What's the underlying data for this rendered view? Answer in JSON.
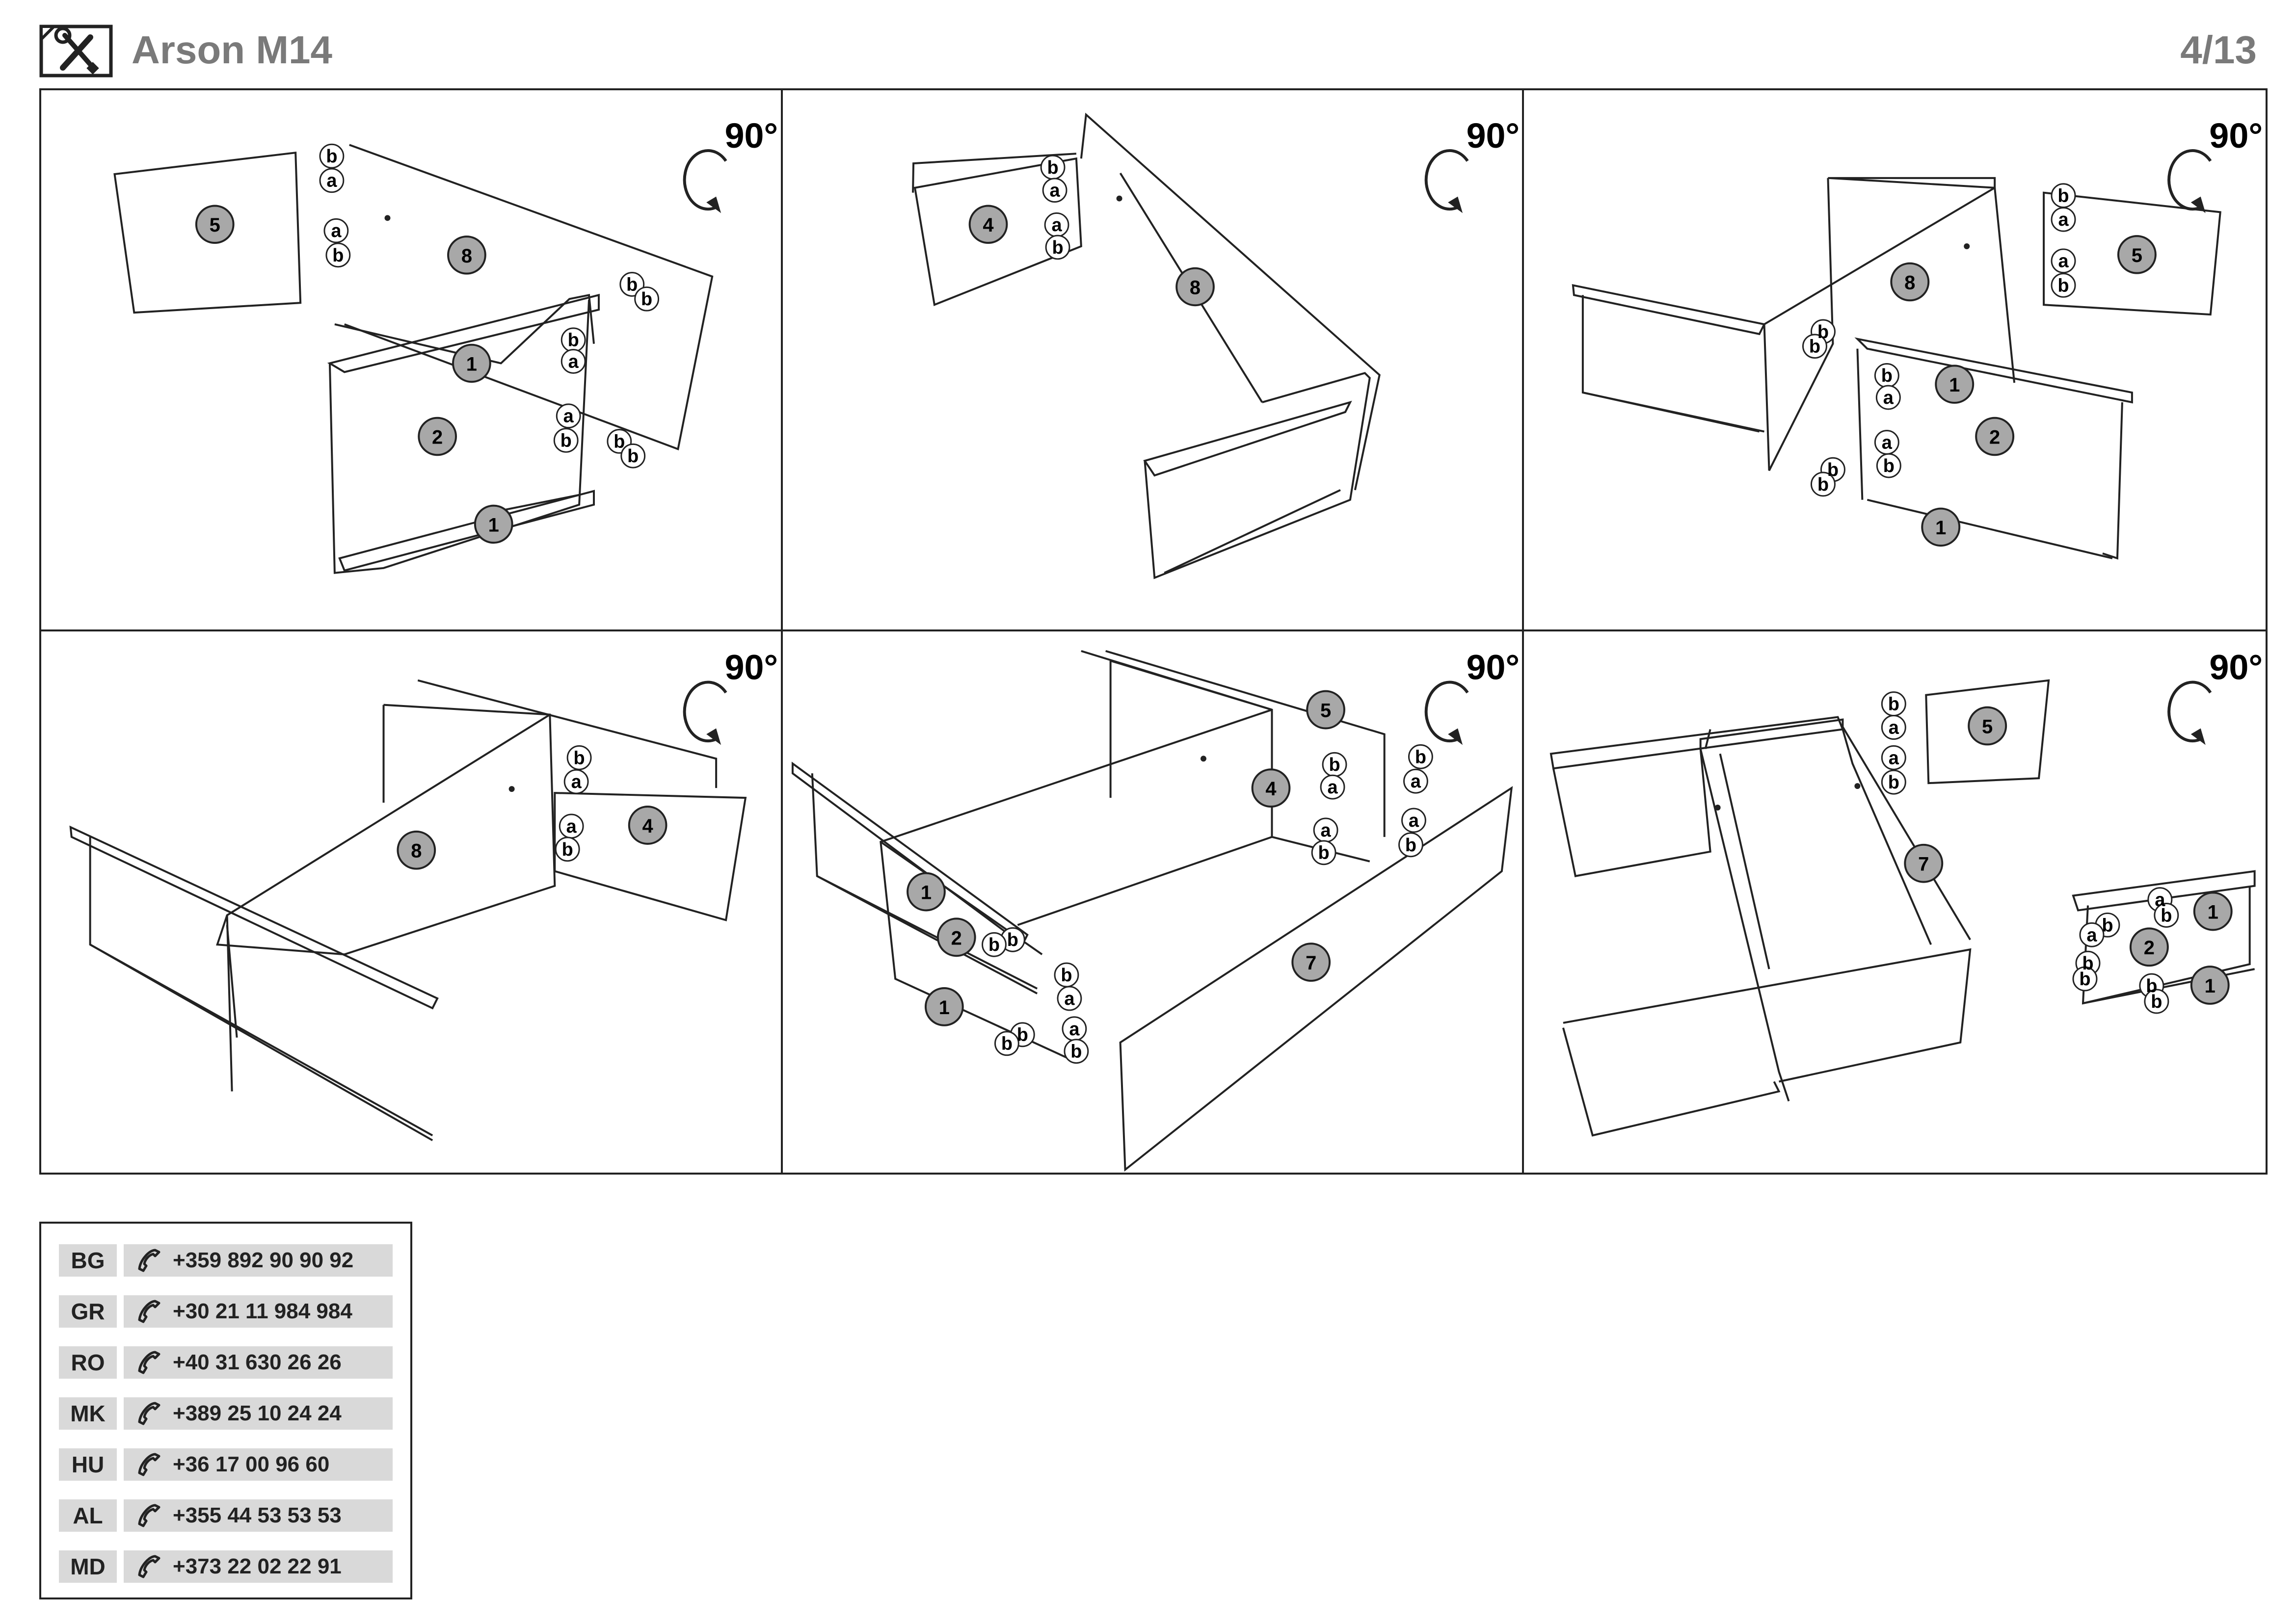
{
  "header": {
    "title": "Arson M14",
    "page": "4/13"
  },
  "rotation_label": "90°",
  "panels": [
    {
      "parts": [
        "5",
        "8",
        "1",
        "2",
        "1"
      ],
      "connectors": [
        "b",
        "a",
        "a",
        "b",
        "b",
        "b",
        "b",
        "a",
        "a",
        "b",
        "b",
        "b"
      ]
    },
    {
      "parts": [
        "4",
        "8"
      ],
      "connectors": [
        "b",
        "a",
        "a",
        "b"
      ]
    },
    {
      "parts": [
        "8",
        "5",
        "1",
        "2",
        "1"
      ],
      "connectors": [
        "b",
        "a",
        "a",
        "b",
        "b",
        "b",
        "b",
        "a",
        "a",
        "b",
        "b",
        "b"
      ]
    },
    {
      "parts": [
        "8",
        "4"
      ],
      "connectors": [
        "b",
        "a",
        "a",
        "b"
      ]
    },
    {
      "parts": [
        "5",
        "4",
        "7",
        "1",
        "2",
        "1"
      ],
      "connectors": [
        "b",
        "a",
        "a",
        "b",
        "b",
        "a",
        "a",
        "b",
        "b",
        "b",
        "b",
        "a",
        "b",
        "b",
        "a",
        "b"
      ]
    },
    {
      "parts": [
        "5",
        "7",
        "1",
        "2",
        "1"
      ],
      "connectors": [
        "b",
        "a",
        "a",
        "b",
        "b",
        "a",
        "a",
        "b",
        "b",
        "b",
        "b",
        "b"
      ]
    }
  ],
  "contacts": [
    {
      "country": "BG",
      "phone": "+359 892 90 90 92"
    },
    {
      "country": "GR",
      "phone": "+30 21 11 984 984"
    },
    {
      "country": "RO",
      "phone": "+40 31 630 26 26"
    },
    {
      "country": "MK",
      "phone": "+389 25 10 24 24"
    },
    {
      "country": "HU",
      "phone": "+36 17 00 96 60"
    },
    {
      "country": "AL",
      "phone": "+355 44 53 53 53"
    },
    {
      "country": "MD",
      "phone": "+373 22 02 22 91"
    }
  ],
  "icons": {
    "header": "tools-icon",
    "phone": "phone-icon",
    "rotation": "rotate-90-icon"
  },
  "colors": {
    "part_marker": "#a8a8a8",
    "title": "#7a7a7a",
    "cell_bg": "#d9d9d9"
  }
}
